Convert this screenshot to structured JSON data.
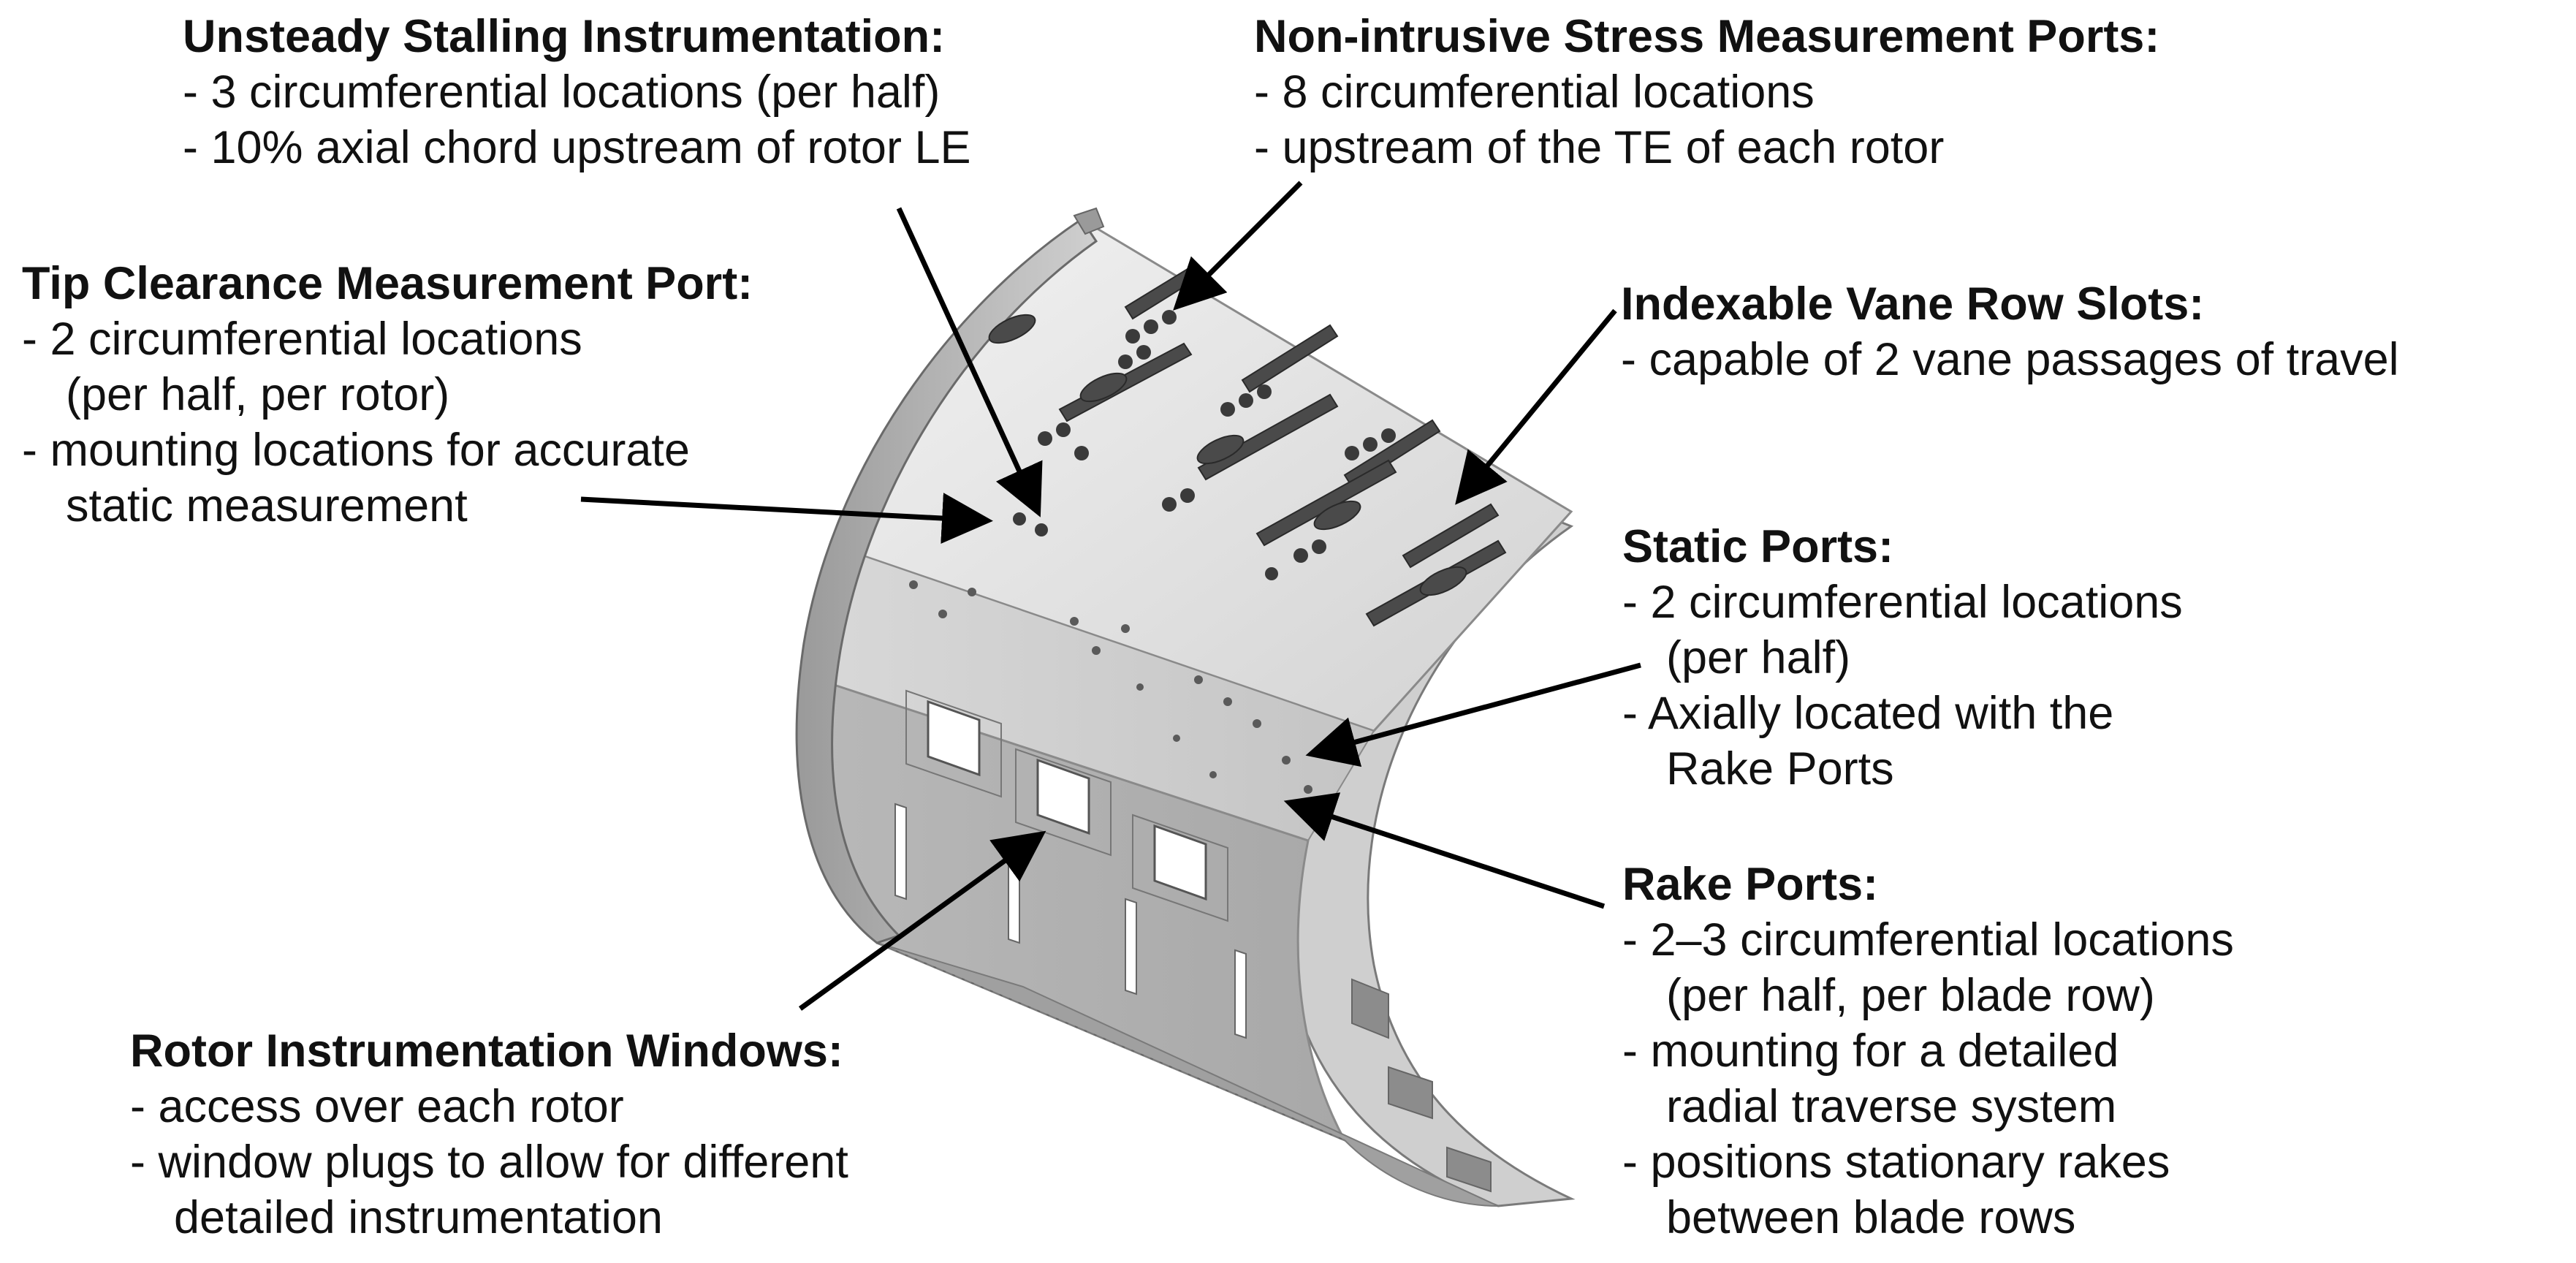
{
  "callouts": {
    "unsteady": {
      "title": "Unsteady Stalling Instrumentation:",
      "lines": [
        "-  3 circumferential locations (per half)",
        "-  10% axial chord upstream of rotor LE"
      ]
    },
    "nonintrusive": {
      "title": "Non-intrusive Stress Measurement Ports:",
      "lines": [
        "-  8 circumferential locations",
        "-  upstream of the TE of each rotor"
      ]
    },
    "tip": {
      "title": "Tip Clearance Measurement Port:",
      "lines": [
        "-  2 circumferential locations",
        "(per half, per rotor)",
        "-  mounting locations for accurate",
        "static measurement"
      ]
    },
    "vane": {
      "title": "Indexable Vane Row Slots:",
      "lines": [
        "-  capable of 2 vane passages of travel"
      ]
    },
    "static": {
      "title": "Static Ports:",
      "lines": [
        "-  2 circumferential locations",
        "(per half)",
        "-  Axially located with the",
        "Rake Ports"
      ]
    },
    "rake": {
      "title": "Rake Ports:",
      "lines": [
        "-  2–3 circumferential locations",
        "(per half, per blade row)",
        "-  mounting for a detailed",
        "radial traverse system",
        "-  positions stationary rakes",
        "between blade rows"
      ]
    },
    "rotor": {
      "title": "Rotor Instrumentation Windows:",
      "lines": [
        "-  access over each rotor",
        "-  window plugs to allow for different",
        "detailed instrumentation"
      ]
    }
  },
  "colors": {
    "casing_light": "#e6e6e6",
    "casing_mid": "#bdbdbd",
    "casing_dark": "#8a8a8a",
    "arrow": "#000000"
  }
}
